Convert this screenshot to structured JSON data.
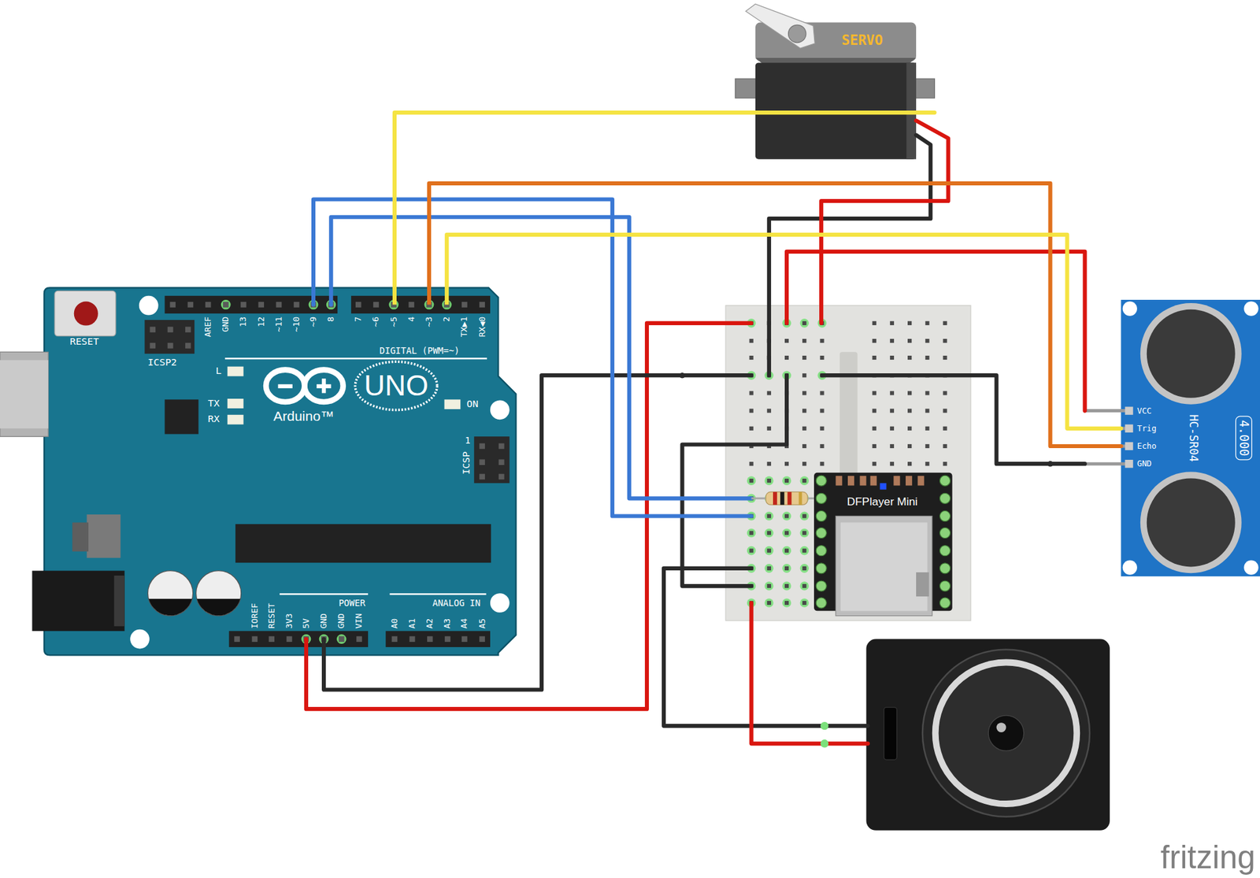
{
  "diagram": {
    "nodes": [
      {
        "text": [
          "SERVO"
        ]
      },
      {
        "text": [
          "UNO",
          "Arduino™"
        ]
      },
      {
        "text": [
          "DFPlayer Mini"
        ]
      },
      {
        "text": [
          "VCC",
          "Trig",
          "Echo",
          "GND",
          "HC-SR04",
          "4.000"
        ]
      }
    ],
    "edges": [
      {
        "from": 1,
        "to": 0,
        "arrow": "none"
      },
      {
        "from": 1,
        "to": 3,
        "arrow": "none"
      },
      {
        "from": 1,
        "to": 3,
        "arrow": "none"
      }
    ],
    "labels": [
      "RESET",
      "ICSP2",
      "AREF",
      "GND",
      "13",
      "12",
      "~11",
      "~10",
      "~9",
      "8",
      "7",
      "~6",
      "~5",
      "4",
      "~3",
      "2",
      "TX▶1",
      "RX◀0",
      "DIGITAL (PWM=~)",
      "L",
      "TX",
      "RX",
      "ON",
      "1",
      "ICSP",
      "IOREF",
      "RESET",
      "3V3",
      "5V",
      "GND",
      "GND",
      "VIN",
      "POWER",
      "ANALOG IN",
      "A0",
      "A1",
      "A2",
      "A3",
      "A4",
      "A5",
      "fritzing"
    ]
  }
}
